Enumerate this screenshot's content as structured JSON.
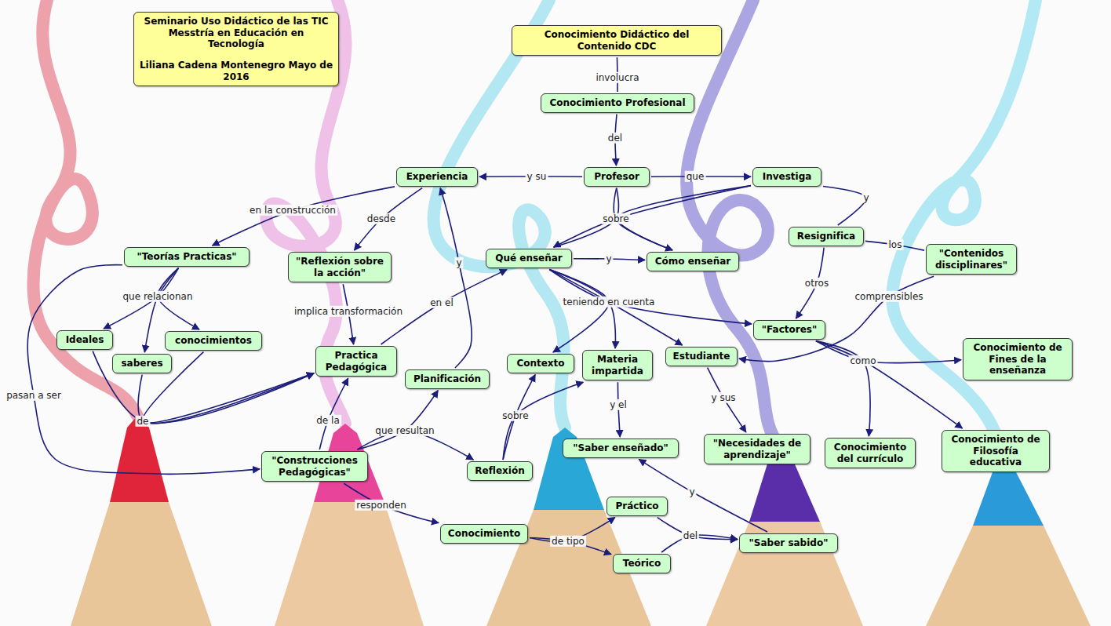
{
  "diagram": {
    "nodes": [
      {
        "text": [
          "Seminario Uso Didáctico de las TIC Messtría en Educación en Tecnología",
          "Liliana Cadena Montenegro Mayo de 2016"
        ]
      },
      {
        "text": [
          "Conocimiento Didáctico del Contenido CDC"
        ]
      },
      {
        "text": [
          "Conocimiento Profesional"
        ]
      },
      {
        "text": [
          "Experiencia"
        ]
      },
      {
        "text": [
          "Profesor"
        ]
      },
      {
        "text": [
          "Investiga"
        ]
      },
      {
        "text": [
          "\"Teorías Practicas\""
        ]
      },
      {
        "text": [
          "\"Reflexión sobre la acción\""
        ]
      },
      {
        "text": [
          "Qué enseñar"
        ]
      },
      {
        "text": [
          "Cómo enseñar"
        ]
      },
      {
        "text": [
          "Resignifica"
        ]
      },
      {
        "text": [
          "\"Contenidos disciplinares\""
        ]
      },
      {
        "text": [
          "Ideales"
        ]
      },
      {
        "text": [
          "saberes"
        ]
      },
      {
        "text": [
          "conocimientos"
        ]
      },
      {
        "text": [
          "Practica Pedagógica"
        ]
      },
      {
        "text": [
          "Contexto"
        ]
      },
      {
        "text": [
          "Materia impartida"
        ]
      },
      {
        "text": [
          "Estudiante"
        ]
      },
      {
        "text": [
          "\"Factores\""
        ]
      },
      {
        "text": [
          "Conocimiento de Fines de la enseñanza"
        ]
      },
      {
        "text": [
          "Planificación"
        ]
      },
      {
        "text": [
          "\"Construcciones Pedagógicas\""
        ]
      },
      {
        "text": [
          "Reflexión"
        ]
      },
      {
        "text": [
          "\"Saber enseñado\""
        ]
      },
      {
        "text": [
          "\"Necesidades de aprendizaje\""
        ]
      },
      {
        "text": [
          "Conocimiento del currículo"
        ]
      },
      {
        "text": [
          "Conocimiento de Filosofía educativa"
        ]
      },
      {
        "text": [
          "Práctico"
        ]
      },
      {
        "text": [
          "Conocimiento"
        ]
      },
      {
        "text": [
          "Teórico"
        ]
      },
      {
        "text": [
          "\"Saber sabido\""
        ]
      }
    ],
    "edges": [
      {
        "from": 1,
        "to": 2,
        "label": "involucra",
        "arrow": "none"
      },
      {
        "from": 2,
        "to": 4,
        "label": "del",
        "arrow": "to"
      },
      {
        "from": 4,
        "to": 3,
        "label": "y su",
        "arrow": "to"
      },
      {
        "from": 4,
        "to": 5,
        "label": "que",
        "arrow": "to"
      },
      {
        "from": 4,
        "to": 8,
        "label": "sobre",
        "arrow": "none"
      },
      {
        "from": 4,
        "to": 9,
        "arrow": "none"
      },
      {
        "from": 5,
        "to": 8,
        "arrow": "to"
      },
      {
        "from": 5,
        "to": 9,
        "arrow": "to"
      },
      {
        "from": 3,
        "to": 6,
        "label": "en la construcción",
        "arrow": "to"
      },
      {
        "from": 3,
        "to": 7,
        "label": "desde",
        "arrow": "to"
      },
      {
        "from": 5,
        "to": 10,
        "label": "y",
        "arrow": "none"
      },
      {
        "from": 10,
        "to": 11,
        "label": "los",
        "arrow": "none"
      },
      {
        "from": 10,
        "to": 19,
        "label": "otros",
        "arrow": "to"
      },
      {
        "from": 8,
        "to": 9,
        "label": "y",
        "arrow": "to"
      },
      {
        "from": 8,
        "to": 16,
        "label": "teniendo en cuenta",
        "arrow": "to"
      },
      {
        "from": 8,
        "to": 17,
        "arrow": "to"
      },
      {
        "from": 8,
        "to": 18,
        "arrow": "to"
      },
      {
        "from": 8,
        "to": 19,
        "arrow": "to"
      },
      {
        "from": 6,
        "to": 12,
        "label": "que relacionan",
        "arrow": "to"
      },
      {
        "from": 6,
        "to": 13,
        "arrow": "to"
      },
      {
        "from": 6,
        "to": 14,
        "arrow": "to"
      },
      {
        "from": 6,
        "to": 22,
        "label": "pasan a ser",
        "arrow": "to"
      },
      {
        "from": 7,
        "to": 15,
        "label": "implica transformación",
        "arrow": "to"
      },
      {
        "from": 15,
        "to": 8,
        "label": "en el",
        "arrow": "to"
      },
      {
        "from": 12,
        "to": 15,
        "label": "de",
        "arrow": "to"
      },
      {
        "from": 13,
        "to": 15,
        "arrow": "to"
      },
      {
        "from": 14,
        "to": 15,
        "arrow": "to"
      },
      {
        "from": 11,
        "to": 18,
        "label": "comprensibles",
        "arrow": "to"
      },
      {
        "from": 19,
        "to": 20,
        "label": "como",
        "arrow": "to"
      },
      {
        "from": 19,
        "to": 26,
        "arrow": "to"
      },
      {
        "from": 19,
        "to": 27,
        "arrow": "to"
      },
      {
        "from": 21,
        "to": 3,
        "label": "y",
        "arrow": "to"
      },
      {
        "from": 22,
        "to": 15,
        "label": "de la",
        "arrow": "to"
      },
      {
        "from": 22,
        "to": 21,
        "label": "que resultan",
        "arrow": "to"
      },
      {
        "from": 22,
        "to": 23,
        "arrow": "to"
      },
      {
        "from": 23,
        "to": 16,
        "label": "sobre",
        "arrow": "to"
      },
      {
        "from": 23,
        "to": 17,
        "arrow": "to"
      },
      {
        "from": 17,
        "to": 24,
        "label": "y el",
        "arrow": "to"
      },
      {
        "from": 18,
        "to": 25,
        "label": "y sus",
        "arrow": "to"
      },
      {
        "from": 22,
        "to": 29,
        "label": "responden",
        "arrow": "to"
      },
      {
        "from": 29,
        "to": 28,
        "label": "de tipo",
        "arrow": "to"
      },
      {
        "from": 29,
        "to": 30,
        "arrow": "to"
      },
      {
        "from": 28,
        "to": 31,
        "label": "del",
        "arrow": "to"
      },
      {
        "from": 30,
        "to": 31,
        "arrow": "to"
      },
      {
        "from": 31,
        "to": 24,
        "label": "y",
        "arrow": "to"
      }
    ]
  }
}
